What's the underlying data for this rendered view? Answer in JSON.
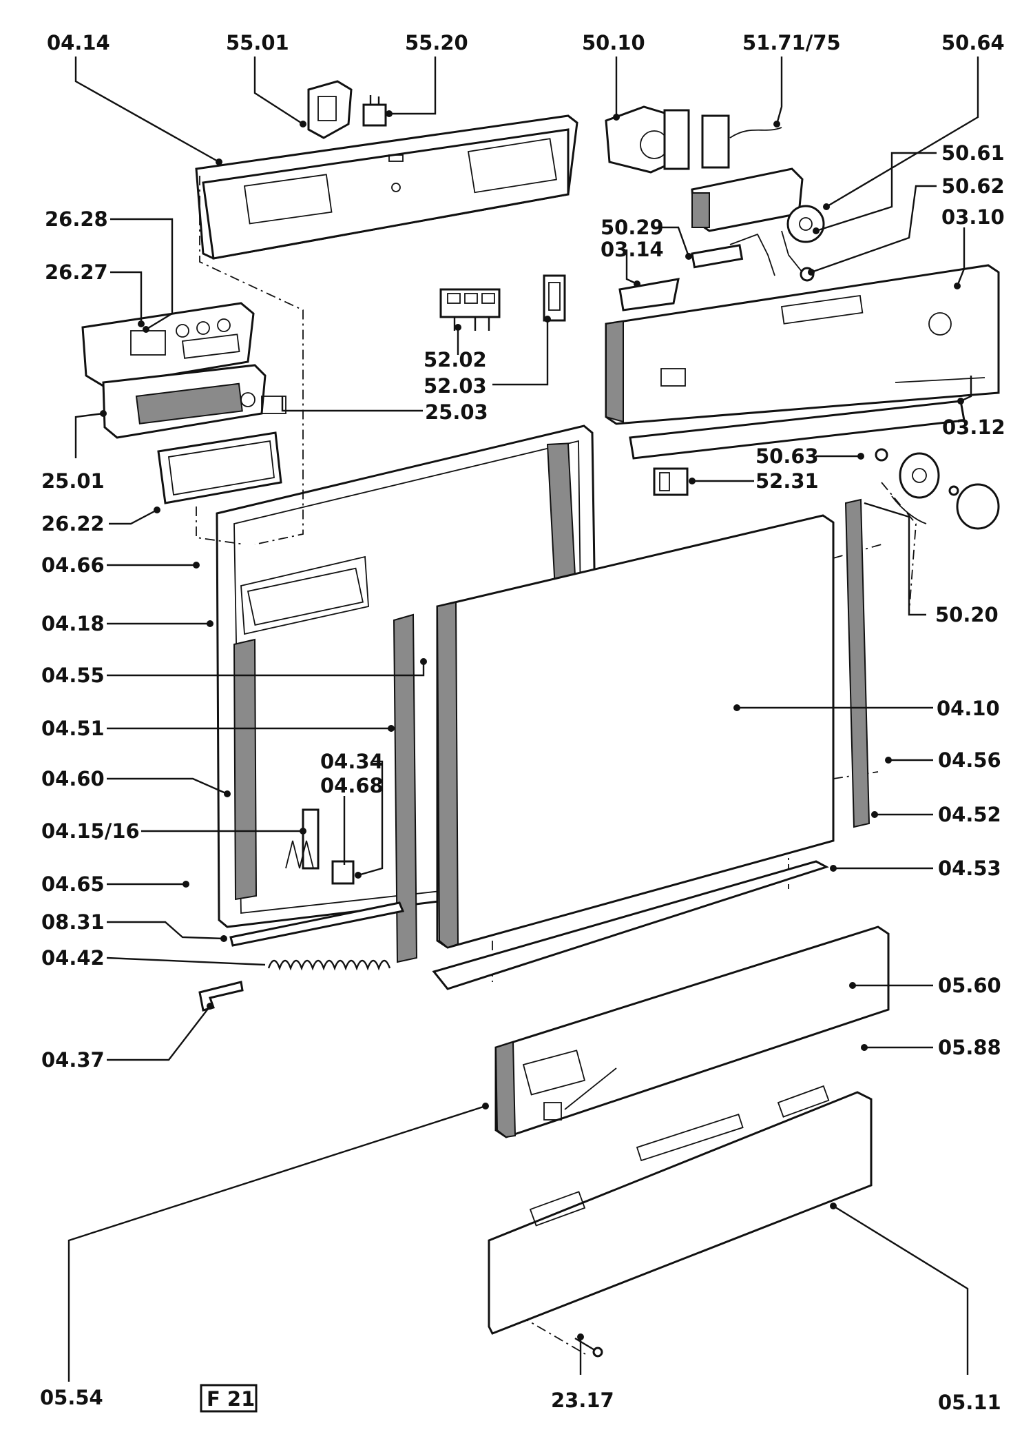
{
  "labels": {
    "l_04_14": "04.14",
    "l_55_01": "55.01",
    "l_55_20": "55.20",
    "l_50_10": "50.10",
    "l_51_71_75": "51.71/75",
    "l_50_64": "50.64",
    "l_50_61": "50.61",
    "l_50_62": "50.62",
    "l_03_10": "03.10",
    "l_26_28": "26.28",
    "l_26_27": "26.27",
    "l_50_29": "50.29",
    "l_03_14": "03.14",
    "l_52_02": "52.02",
    "l_52_03": "52.03",
    "l_25_03": "25.03",
    "l_25_01": "25.01",
    "l_26_22": "26.22",
    "l_03_12": "03.12",
    "l_50_63": "50.63",
    "l_52_31": "52.31",
    "l_04_66": "04.66",
    "l_04_18": "04.18",
    "l_50_20": "50.20",
    "l_04_55": "04.55",
    "l_04_10": "04.10",
    "l_04_51": "04.51",
    "l_04_34": "04.34",
    "l_04_68": "04.68",
    "l_04_60": "04.60",
    "l_04_56": "04.56",
    "l_04_52": "04.52",
    "l_04_15_16": "04.15/16",
    "l_04_65": "04.65",
    "l_04_53": "04.53",
    "l_08_31": "08.31",
    "l_04_42": "04.42",
    "l_05_60": "05.60",
    "l_05_88": "05.88",
    "l_04_37": "04.37",
    "l_05_54": "05.54",
    "l_23_17": "23.17",
    "l_05_11": "05.11"
  },
  "badge": "F 21"
}
